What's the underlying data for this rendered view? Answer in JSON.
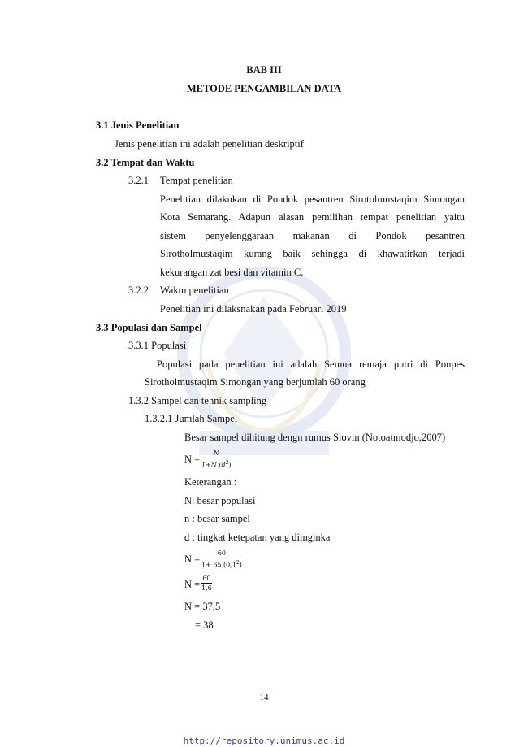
{
  "chapter": "BAB III",
  "chapter_title": "METODE PENGAMBILAN DATA",
  "s31": {
    "heading": "3.1 Jenis Penelitian",
    "text": "Jenis penelitian ini adalah penelitian deskriptif"
  },
  "s32": {
    "heading": "3.2 Tempat dan Waktu",
    "s321": {
      "num": "3.2.1",
      "title": "Tempat penelitian",
      "lines": [
        "Penelitian dilakukan di Pondok pesantren Sirotolmustaqim Simongan",
        "Kota Semarang. Adapun alasan pemilihan tempat penelitian yaitu",
        "sistem penyelenggaraan makanan di Pondok pesantren",
        "Sirotholmustaqim kurang baik sehingga di khawatirkan terjadi",
        "kekurangan zat besi dan vitamin C."
      ]
    },
    "s322": {
      "num": "3.2.2",
      "title": "Waktu penelitian",
      "text": "Penelitian ini dilaksnakan pada Februari 2019"
    }
  },
  "s33": {
    "heading": "3.3 Populasi dan Sampel",
    "s331": {
      "title": "3.3.1  Populasi",
      "line1": "Populasi pada penelitian ini adalah Semua remaja putri di Ponpes",
      "line2": "Sirotholmustaqim Simongan yang berjumlah 60 orang"
    },
    "s132": {
      "title": "1.3.2  Sampel dan tehnik sampling"
    },
    "s1321": {
      "title": "1.3.2.1 Jumlah Sampel",
      "intro": "Besar sampel dihitung dengn rumus Slovin (Notoatmodjo,2007)",
      "formula1": {
        "lhs": "N =",
        "num": "N",
        "den_pre": "1+N (d",
        "den_sup": "2",
        "den_post": ")"
      },
      "keterangan": "Keterangan :",
      "k1": "N: besar populasi",
      "k2": "n : besar sampel",
      "k3": "d : tingkat ketepatan yang diinginka",
      "formula2": {
        "lhs": "N =",
        "num": "60",
        "den_pre": "1+ 65 (0,1",
        "den_sup": "2",
        "den_post": ")"
      },
      "formula3": {
        "lhs": "N =",
        "num": "60",
        "den": "1,6"
      },
      "result1": "N = 37,5",
      "result2": "= 38"
    }
  },
  "page_number": "14",
  "footer_url": "http://repository.unimus.ac.id",
  "colors": {
    "text": "#111111",
    "footer_link": "#3a3aa0",
    "watermark": "#7b8fc4"
  }
}
